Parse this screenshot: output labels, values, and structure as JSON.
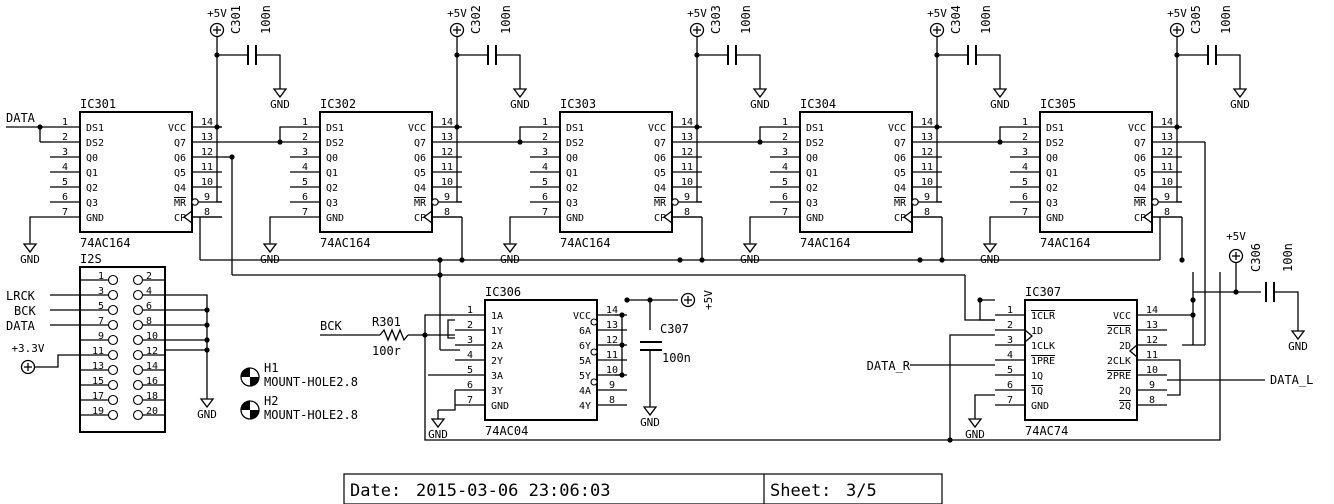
{
  "power": {
    "p5v": "+5V",
    "p33v": "+3.3V",
    "gnd": "GND"
  },
  "chips": {
    "sr": {
      "part": "74AC164",
      "refs": [
        "IC301",
        "IC302",
        "IC303",
        "IC304",
        "IC305"
      ],
      "left_pins": [
        "1",
        "2",
        "3",
        "4",
        "5",
        "6",
        "7"
      ],
      "left_names": [
        "DS1",
        "DS2",
        "Q0",
        "Q1",
        "Q2",
        "Q3",
        "GND"
      ],
      "right_pins": [
        "14",
        "13",
        "12",
        "11",
        "10",
        "9",
        "8"
      ],
      "right_names": [
        "VCC",
        "Q7",
        "Q6",
        "Q5",
        "Q4",
        "MR",
        "CP"
      ]
    },
    "inv": {
      "ref": "IC306",
      "part": "74AC04",
      "left_pins": [
        "1",
        "2",
        "3",
        "4",
        "5",
        "6",
        "7"
      ],
      "left_names": [
        "1A",
        "1Y",
        "2A",
        "2Y",
        "3A",
        "3Y",
        "GND"
      ],
      "right_pins": [
        "14",
        "13",
        "12",
        "11",
        "10",
        "9",
        "8"
      ],
      "right_names": [
        "VCC",
        "6A",
        "6Y",
        "5A",
        "5Y",
        "4A",
        "4Y"
      ]
    },
    "ff": {
      "ref": "IC307",
      "part": "74AC74",
      "left_pins": [
        "1",
        "2",
        "3",
        "4",
        "5",
        "6",
        "7"
      ],
      "left_names": [
        "1CLR",
        "1D",
        "1CLK",
        "1PRE",
        "1Q",
        "1Q",
        "GND"
      ],
      "right_pins": [
        "14",
        "13",
        "12",
        "11",
        "10",
        "9",
        "8"
      ],
      "right_names": [
        "VCC",
        "2CLR",
        "2D",
        "2CLK",
        "2PRE",
        "2Q",
        "2Q"
      ]
    }
  },
  "caps": {
    "refs": [
      "C301",
      "C302",
      "C303",
      "C304",
      "C305"
    ],
    "value": "100n",
    "c306": "C306",
    "c307": "C307"
  },
  "resistor": {
    "ref": "R301",
    "value": "100r"
  },
  "connector": {
    "ref": "I2S",
    "odd": [
      "1",
      "3",
      "5",
      "7",
      "9",
      "11",
      "13",
      "15",
      "17",
      "19"
    ],
    "even": [
      "2",
      "4",
      "6",
      "8",
      "10",
      "12",
      "14",
      "16",
      "18",
      "20"
    ],
    "labels": [
      "LRCK",
      "BCK",
      "DATA"
    ]
  },
  "nets": {
    "data_in": "DATA",
    "bck": "BCK",
    "data_r": "DATA_R",
    "data_l": "DATA_L"
  },
  "mount": {
    "h1": "H1",
    "h2": "H2",
    "part": "MOUNT-HOLE2.8"
  },
  "title_block": {
    "date_label": "Date:",
    "date": "2015-03-06 23:06:03",
    "sheet_label": "Sheet:",
    "sheet": "3/5"
  }
}
